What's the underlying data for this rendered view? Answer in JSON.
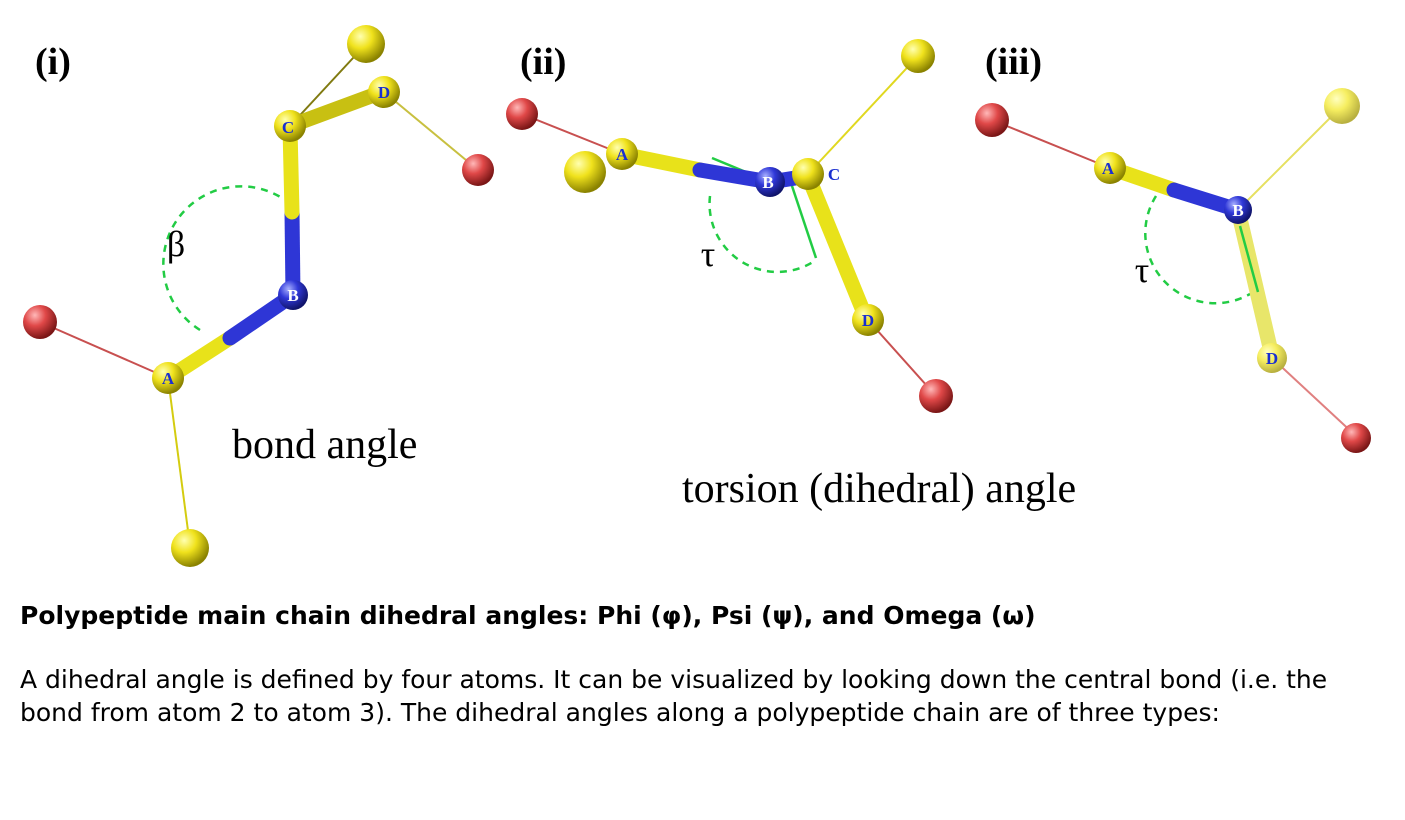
{
  "figure": {
    "panels": [
      {
        "label": "(i)",
        "angle_symbol": "β",
        "atoms": [
          "A",
          "B",
          "C",
          "D"
        ]
      },
      {
        "label": "(ii)",
        "angle_symbol": "τ",
        "atoms": [
          "A",
          "B",
          "C",
          "D"
        ]
      },
      {
        "label": "(iii)",
        "angle_symbol": "τ",
        "atoms": [
          "A",
          "B",
          "D"
        ]
      }
    ],
    "caption_bond": "bond angle",
    "caption_torsion": "torsion (dihedral) angle"
  },
  "text": {
    "heading": "Polypeptide main chain dihedral angles: Phi (φ), Psi (ψ), and Omega (ω)",
    "paragraph": "A dihedral angle is defined by four atoms. It can be visualized by looking down the central bond (i.e. the bond from atom 2 to atom 3). The dihedral angles along a polypeptide chain are of three types:"
  },
  "colors": {
    "yellow_atom": "#e8e21a",
    "blue_bond": "#2e36d6",
    "red_atom": "#e04848",
    "angle_arc": "#22cc44",
    "label_blue": "#1a2fd0"
  }
}
